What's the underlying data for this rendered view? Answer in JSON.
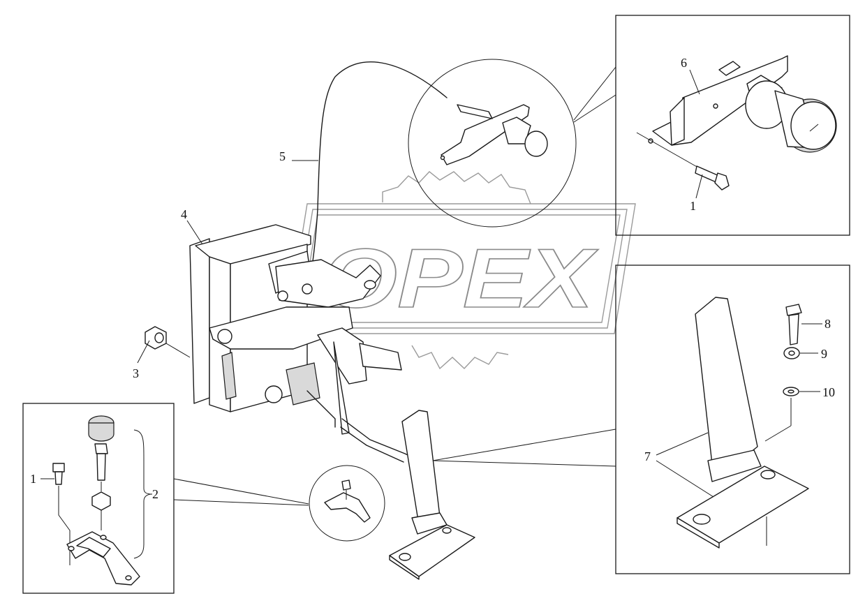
{
  "watermark": {
    "text": "OPEX"
  },
  "callouts": {
    "c1_top": "1",
    "c1_left": "1",
    "c2": "2",
    "c3": "3",
    "c4": "4",
    "c5": "5",
    "c6": "6",
    "c7": "7",
    "c8": "8",
    "c9": "9",
    "c10": "10"
  }
}
